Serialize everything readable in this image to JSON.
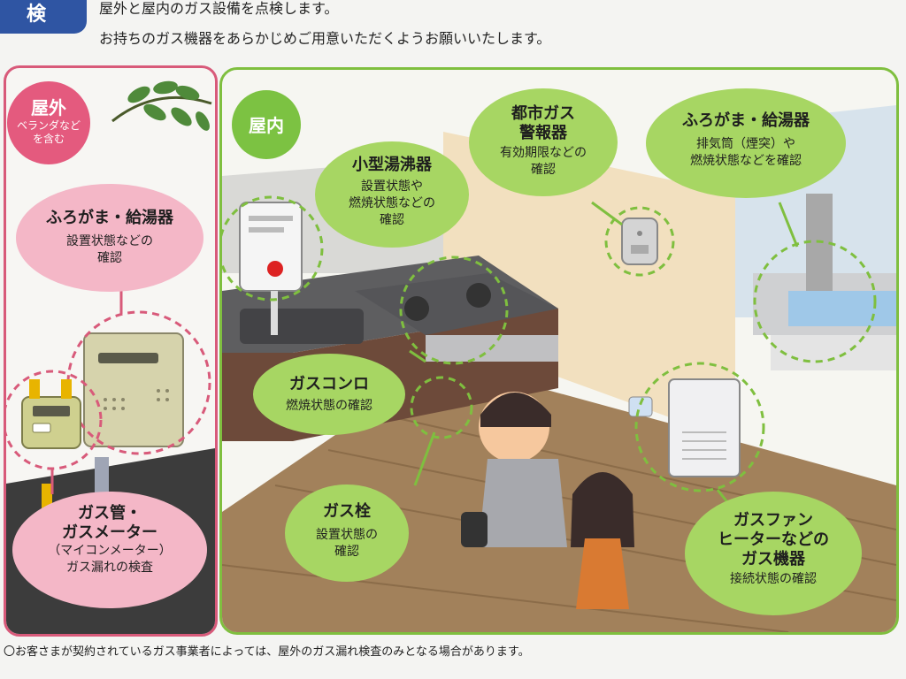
{
  "header": {
    "tab_label": "検",
    "intro_line1": "屋外と屋内のガス設備を点検します。",
    "intro_line2": "お持ちのガス機器をあらかじめご用意いただくようお願いいたします。"
  },
  "outdoor": {
    "tag_title": "屋外",
    "tag_sub1": "ベランダなど",
    "tag_sub2": "を含む",
    "items": [
      {
        "title": "ふろがま・給湯器",
        "desc1": "設置状態などの",
        "desc2": "確認"
      },
      {
        "title1": "ガス管・",
        "title2": "ガスメーター",
        "sub": "（マイコンメーター）",
        "desc": "ガス漏れの検査"
      }
    ]
  },
  "indoor": {
    "tag_title": "屋内",
    "items": [
      {
        "title": "小型湯沸器",
        "desc1": "設置状態や",
        "desc2": "燃焼状態などの",
        "desc3": "確認"
      },
      {
        "title1": "都市ガス",
        "title2": "警報器",
        "desc1": "有効期限などの",
        "desc2": "確認"
      },
      {
        "title": "ふろがま・給湯器",
        "desc1": "排気筒（煙突）や",
        "desc2": "燃焼状態などを確認"
      },
      {
        "title": "ガスコンロ",
        "desc": "燃焼状態の確認"
      },
      {
        "title": "ガス栓",
        "desc1": "設置状態の",
        "desc2": "確認"
      },
      {
        "title1": "ガスファン",
        "title2": "ヒーターなどの",
        "title3": "ガス機器",
        "desc": "接続状態の確認"
      }
    ]
  },
  "footnote": "〇お客さまが契約されているガス事業者によっては、屋外のガス漏れ検査のみとなる場合があります。",
  "colors": {
    "header_blue": "#2f55a3",
    "outdoor_pink": "#e45a7e",
    "outdoor_bubble": "#f4b7c7",
    "indoor_green": "#7cc242",
    "indoor_bubble": "#a7d663"
  }
}
